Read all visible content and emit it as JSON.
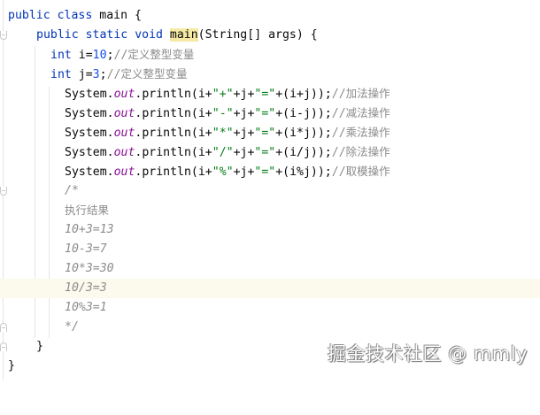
{
  "editor": {
    "language": "java",
    "current_line": 15,
    "colors": {
      "keyword": "#0033b3",
      "number": "#1750eb",
      "string": "#067d17",
      "static_field": "#871094",
      "comment": "#8c8c8c",
      "current_line_bg": "#fcfaed",
      "identifier_highlight": "#f5eaa5"
    },
    "lines": [
      {
        "kw1": "public",
        "kw2": "class",
        "name": "main",
        "brace": "{"
      },
      {
        "kw1": "public",
        "kw2": "static",
        "kw3": "void",
        "method": "main",
        "params": "(String[] args) {"
      },
      {
        "kw": "int",
        "decl": "i=",
        "num": "10",
        "semi": ";",
        "comment": "//",
        "comment_cn": "定义整型变量"
      },
      {
        "kw": "int",
        "decl": "j=",
        "num": "3",
        "semi": ";",
        "comment": "//",
        "comment_cn": "定义整型变量"
      },
      {
        "cls": "System.",
        "fld": "out",
        "call": ".println(i+",
        "s1": "\"+\"",
        "mid": "+j+",
        "s2": "\"=\"",
        "tail": "+(i+j));",
        "comment": "//",
        "comment_cn": "加法操作"
      },
      {
        "cls": "System.",
        "fld": "out",
        "call": ".println(i+",
        "s1": "\"-\"",
        "mid": "+j+",
        "s2": "\"=\"",
        "tail": "+(i-j));",
        "comment": "//",
        "comment_cn": "减法操作"
      },
      {
        "cls": "System.",
        "fld": "out",
        "call": ".println(i+",
        "s1": "\"*\"",
        "mid": "+j+",
        "s2": "\"=\"",
        "tail": "+(i*j));",
        "comment": "//",
        "comment_cn": "乘法操作"
      },
      {
        "cls": "System.",
        "fld": "out",
        "call": ".println(i+",
        "s1": "\"/\"",
        "mid": "+j+",
        "s2": "\"=\"",
        "tail": "+(i/j));",
        "comment": "//",
        "comment_cn": "除法操作"
      },
      {
        "cls": "System.",
        "fld": "out",
        "call": ".println(i+",
        "s1": "\"%\"",
        "mid": "+j+",
        "s2": "\"=\"",
        "tail": "+(i%j));",
        "comment": "//",
        "comment_cn": "取模操作"
      },
      {
        "text": "/*"
      },
      {
        "text_cn": "执行结果"
      },
      {
        "text": "10+3=13"
      },
      {
        "text": "10-3=7"
      },
      {
        "text": "10*3=30"
      },
      {
        "text": "10/3=3"
      },
      {
        "text": "10%3=1"
      },
      {
        "text": "*/"
      },
      {
        "text": "}"
      },
      {
        "text": "}"
      }
    ]
  },
  "watermark": {
    "text": "掘金技术社区 @ mmly"
  }
}
